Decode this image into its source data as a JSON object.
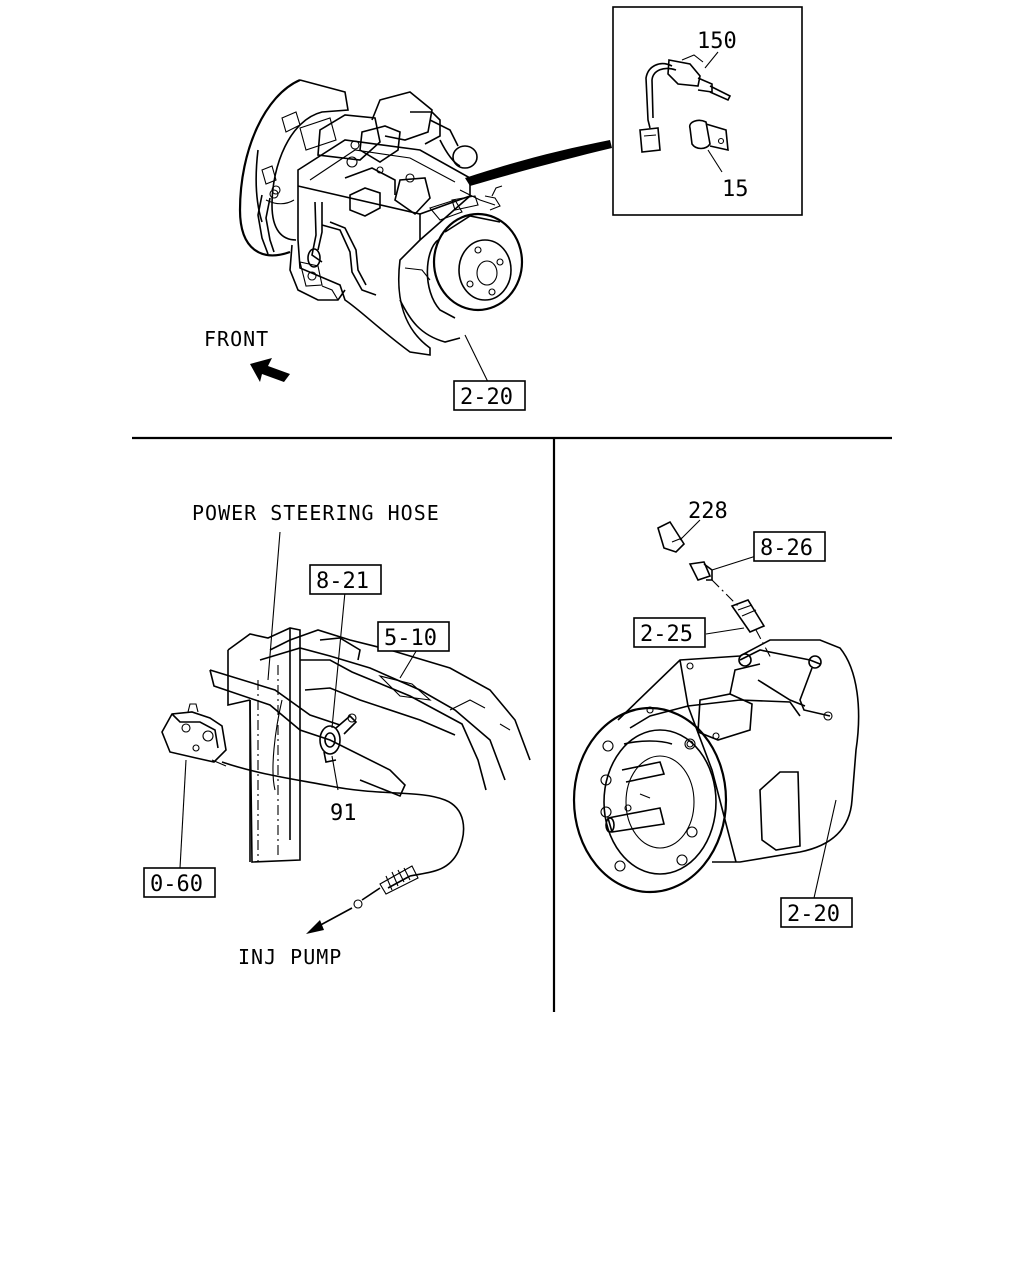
{
  "panel_top": {
    "inset_callouts": {
      "sensor": "150",
      "bracket": "15"
    },
    "direction_label": "FRONT",
    "assembly_ref": "2-20"
  },
  "panel_left": {
    "hose_label": "POWER STEERING HOSE",
    "ref_a": "8-21",
    "ref_b": "5-10",
    "clamp_callout": "91",
    "ref_c": "0-60",
    "destination_label": "INJ PUMP"
  },
  "panel_right": {
    "callout_228": "228",
    "ref_a": "8-26",
    "ref_b": "2-25",
    "ref_c": "2-20"
  }
}
